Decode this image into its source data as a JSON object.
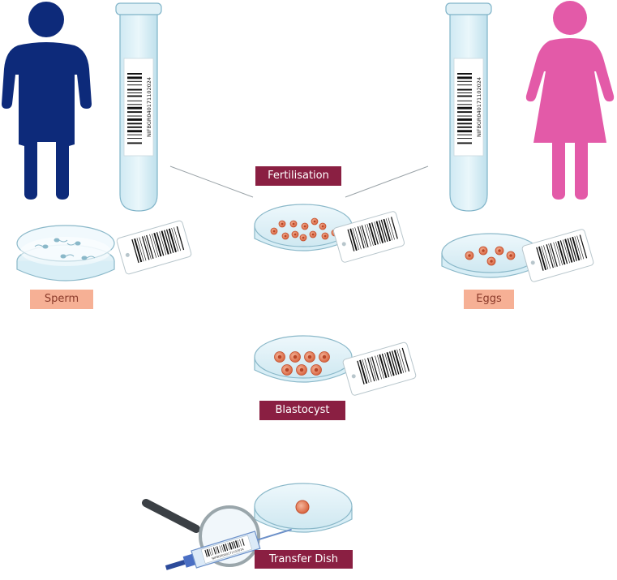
{
  "barcode_text": "NIFBGR040171102024",
  "labels": {
    "fertilisation": "Fertilisation",
    "sperm": "Sperm",
    "eggs": "Eggs",
    "blastocyst": "Blastocyst",
    "transfer_dish": "Transfer Dish"
  },
  "colors": {
    "male": "#0d2a7a",
    "female": "#e35aa8",
    "dark_label": "#8a1f42",
    "light_label": "#f6b095",
    "dish": "#d8eef6",
    "cell": "#e07a5f"
  }
}
